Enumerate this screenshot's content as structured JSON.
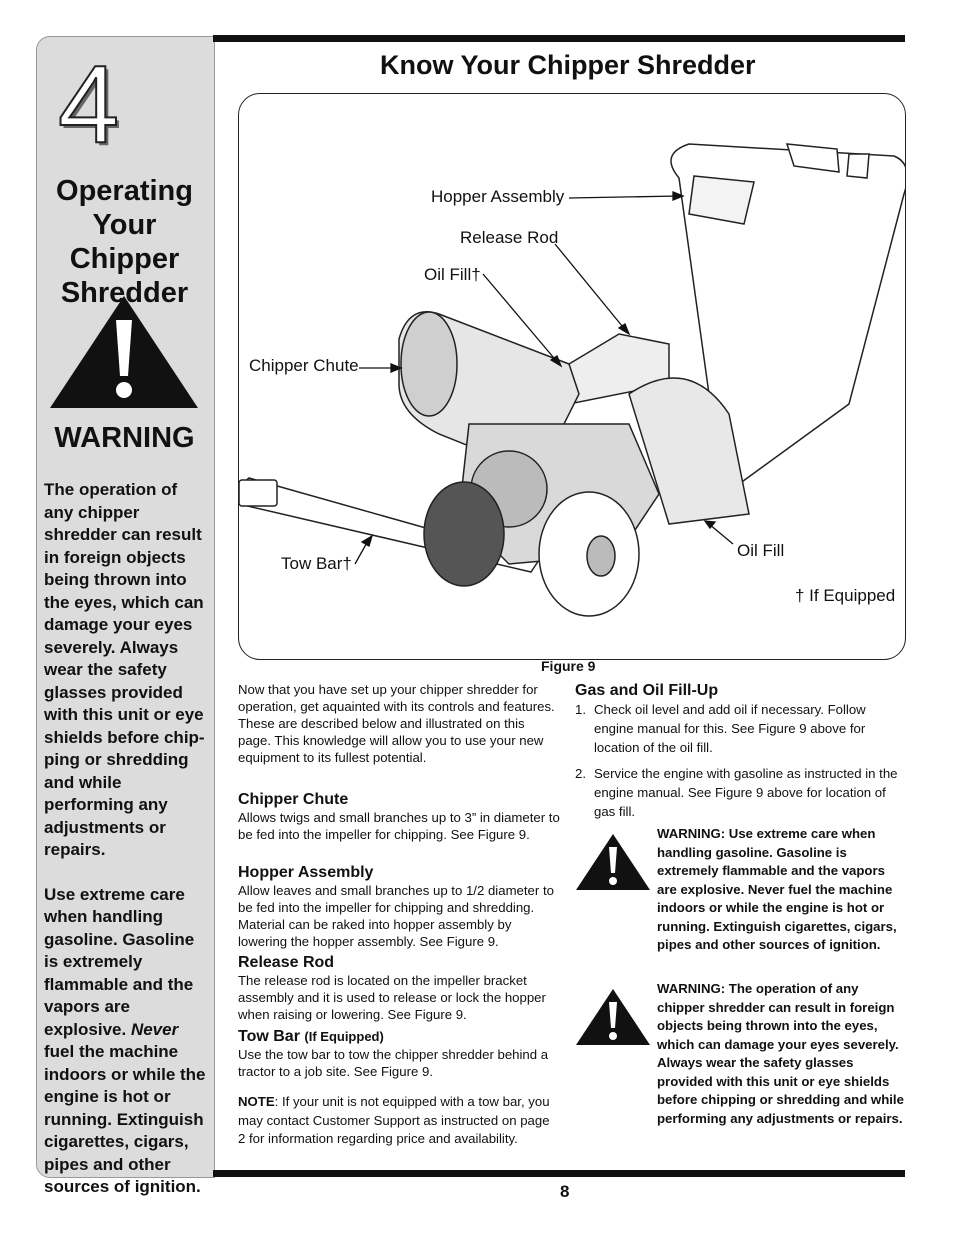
{
  "sidebar": {
    "chapter_number": "4",
    "title_lines": [
      "Operating",
      "Your Chipper",
      "Shredder"
    ],
    "warning_label": "WARNING",
    "warning_para1": "The operation of any chipper shredder can result in foreign objects being thrown into the eyes, which can damage your eyes severely. Always wear the safety glasses provided with this unit or eye shields before chip-ping or shredding and while performing any adjustments or repairs.",
    "warning_para2_pre": "Use extreme care when handling gasoline. Gasoline is extremely flammable and the vapors are explosive. ",
    "warning_para2_never": "Never",
    "warning_para2_post": " fuel the machine indoors or while the engine is hot or running. Extinguish cigarettes, cigars, pipes and other sources of ignition."
  },
  "page_title": "Know Your Chipper Shredder",
  "figure": {
    "callouts": {
      "hopper_assembly": "Hopper Assembly",
      "release_rod": "Release Rod",
      "oil_fill_dagger": "Oil Fill†",
      "chipper_chute": "Chipper Chute",
      "tow_bar": "Tow Bar†",
      "oil_fill": "Oil Fill",
      "if_equipped": "† If Equipped"
    },
    "caption": "Figure 9"
  },
  "intro": "Now that you have set up your chipper shredder for operation, get aquainted with its controls and features. These are described below and illustrated on this page. This knowledge will allow you to use your new equipment to its fullest potential.",
  "sections": {
    "chipper_chute": {
      "heading": "Chipper Chute",
      "text": "Allows twigs and small branches up to 3” in diameter to be fed into the impeller for chipping. See Figure 9."
    },
    "hopper_assembly": {
      "heading": "Hopper Assembly",
      "text": "Allow leaves and small branches up to 1/2 diameter to be fed into the impeller for chipping and shredding. Material can be raked into hopper assembly by lowering the hopper assembly. See Figure 9."
    },
    "release_rod": {
      "heading": "Release Rod",
      "text": "The release rod is located on the impeller bracket assembly and it is used to release or lock the hopper when raising or lowering. See Figure 9."
    },
    "tow_bar": {
      "heading": "Tow Bar",
      "heading_suffix": "(If Equipped)",
      "text": "Use the tow bar to tow the chipper shredder behind a tractor to a job site. See Figure 9."
    }
  },
  "note": {
    "label": "NOTE",
    "text": ": If your unit is not equipped with a tow bar, you may contact Customer Support as instructed on page 2 for information regarding price and availability."
  },
  "gas_oil": {
    "heading": "Gas and Oil Fill-Up",
    "items": [
      {
        "num": "1.",
        "text": "Check oil level and add oil if necessary. Follow engine manual for this. See Figure 9 above for location of the oil fill."
      },
      {
        "num": "2.",
        "text": "Service the engine with gasoline as instructed in the engine manual.  See Figure 9 above for location of gas fill."
      }
    ]
  },
  "warnings": [
    "WARNING: Use extreme care when handling gasoline. Gasoline is extremely flammable and the vapors are explosive. Never fuel the machine indoors or while the engine is hot or running. Extinguish cigarettes, cigars, pipes and other sources of ignition.",
    "WARNING: The operation of any chipper shredder can result in foreign objects being thrown into the eyes, which can damage your eyes severely. Always wear the safety glasses provided with this unit or eye shields before chipping or shredding and while performing any adjustments or repairs."
  ],
  "page_number": "8"
}
